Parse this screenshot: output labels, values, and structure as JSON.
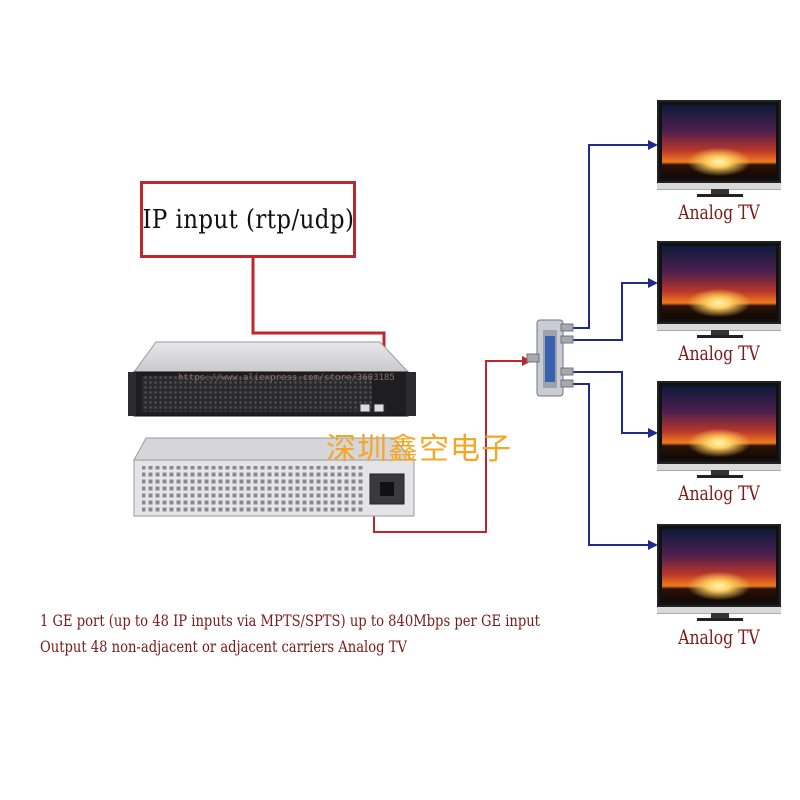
{
  "ip_input_label": "IP input (rtp/udp)",
  "watermark": "深圳鑫空电子",
  "url_text": "https://www.aliexpress.com/store/3603185",
  "captions": [
    "1 GE port (up to 48 IP inputs via MPTS/SPTS) up to 840Mbps per GE input",
    "Output 48 non-adjacent or adjacent carriers Analog TV"
  ],
  "tvs": [
    {
      "label": "Analog TV"
    },
    {
      "label": "Analog TV"
    },
    {
      "label": "Analog TV"
    },
    {
      "label": "Analog TV"
    }
  ],
  "colors": {
    "input_line": "#c0272d",
    "output_line": "#1f2a8a",
    "caption": "#7a1a1a",
    "watermark": "#f5a623"
  }
}
